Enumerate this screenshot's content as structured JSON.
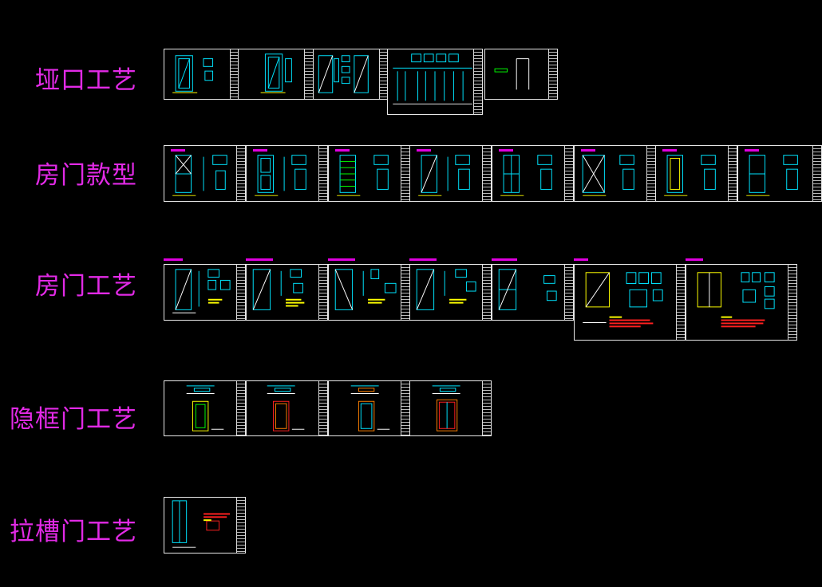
{
  "rows": [
    {
      "label": "垭口工艺",
      "sheet_count": 5
    },
    {
      "label": "房门款型",
      "sheet_count": 8
    },
    {
      "label": "房门工艺",
      "sheet_count": 7
    },
    {
      "label": "隐框门工艺",
      "sheet_count": 4
    },
    {
      "label": "拉槽门工艺",
      "sheet_count": 1
    }
  ],
  "colors": {
    "background": "#000000",
    "label": "#e22ae6",
    "frame": "#e8e8e8",
    "cyan": "#00e5ff",
    "yellow": "#ffff00",
    "red": "#ff2020",
    "orange": "#ff8000",
    "green": "#00ff00",
    "magenta": "#e000e0"
  }
}
